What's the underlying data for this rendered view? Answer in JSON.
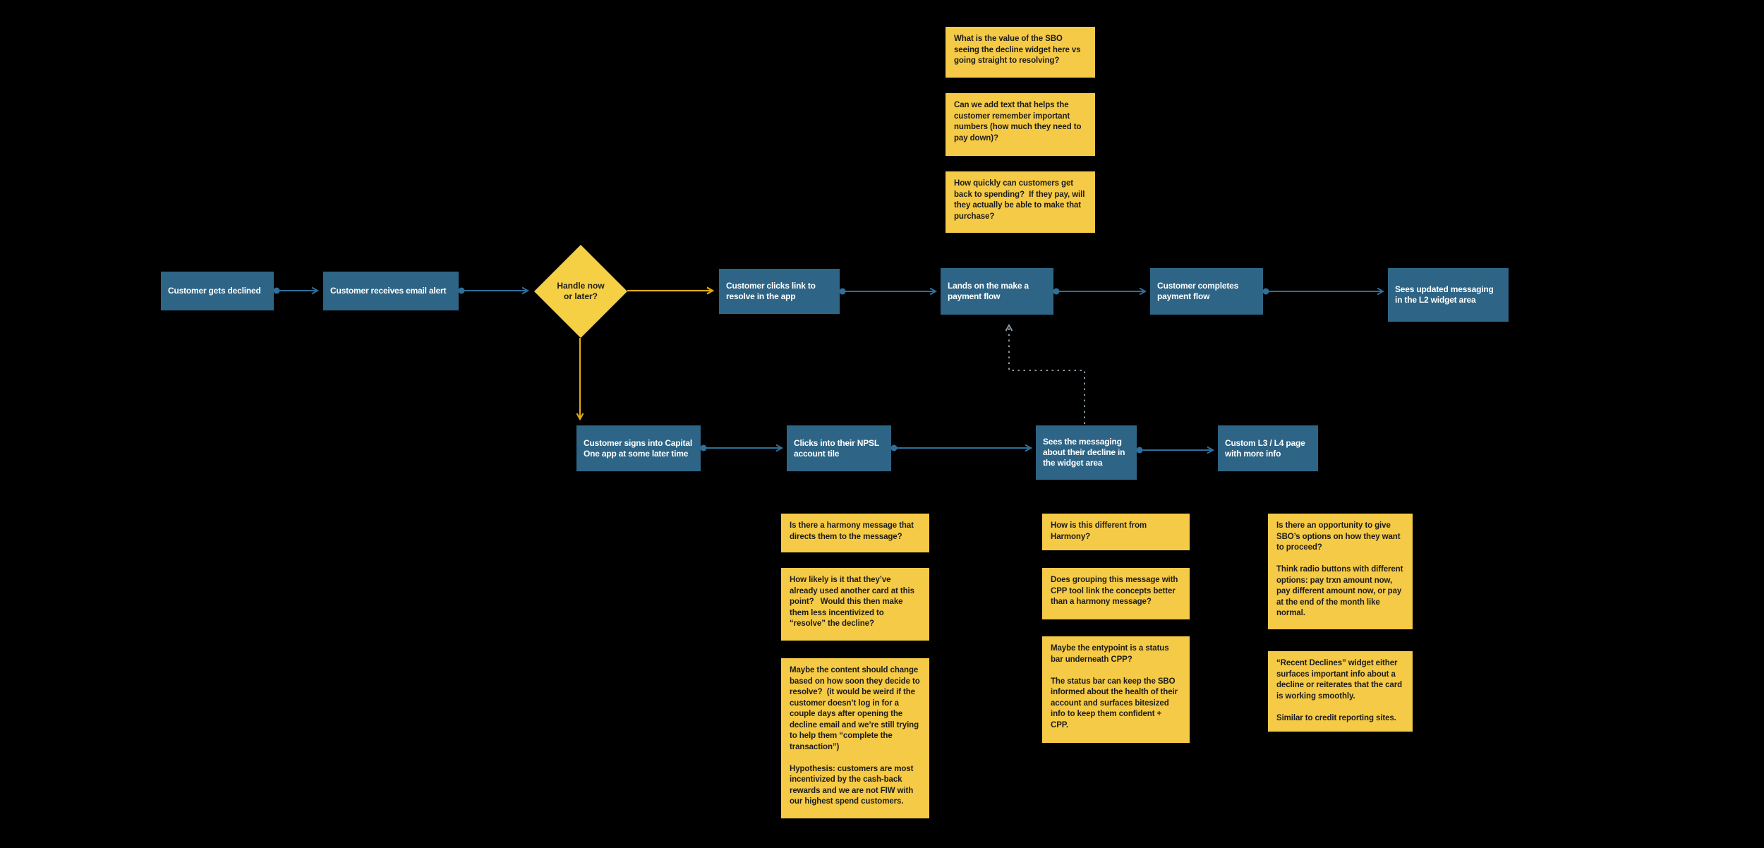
{
  "colors": {
    "background": "#000000",
    "process_box": "#2e6586",
    "process_text": "#ffffff",
    "decision_diamond": "#f5cf44",
    "sticky_note": "#f5ca46",
    "sticky_text": "#1d1d1b",
    "connector_blue": "#2f6f9a",
    "connector_decision_yellow": "#dfab15",
    "connector_dashed_gray": "#8a97a2"
  },
  "nodes": {
    "gets_declined": {
      "label": "Customer gets declined"
    },
    "email_alert": {
      "label": "Customer receives email alert"
    },
    "decision": {
      "label": "Handle now\nor later?"
    },
    "clicks_link": {
      "label": "Customer clicks link to resolve in the app"
    },
    "lands_payment": {
      "label": "Lands on the make a payment flow"
    },
    "completes_payment": {
      "label": "Customer completes payment flow"
    },
    "updated_messaging": {
      "label": "Sees updated messaging in the L2 widget area"
    },
    "signs_in_later": {
      "label": "Customer signs into Capital One app at some later time"
    },
    "npsl_tile": {
      "label": "Clicks into their NPSL account tile"
    },
    "sees_messaging": {
      "label": "Sees the messaging about their decline in the widget area"
    },
    "custom_page": {
      "label": "Custom L3 / L4 page with more info"
    }
  },
  "sticky_notes": {
    "above_payment_flow": [
      {
        "text": "What is the value of the SBO seeing the decline widget here vs going straight to resolving?"
      },
      {
        "text": "Can we add text that helps the customer remember important numbers (how much they need to pay down)?"
      },
      {
        "text": "How quickly can customers get back to spending?  If they pay, will they actually be able to make that purchase?"
      }
    ],
    "below_npsl_tile": [
      {
        "text": "Is there a harmony message that directs them to the message?"
      },
      {
        "text": "How likely is it that they’ve already used another card at this point?   Would this then make them less incentivized to “resolve” the decline?"
      },
      {
        "text": "Maybe the content should change based on how soon they decide to resolve?  (it would be weird if the customer doesn’t log in for a couple days after opening the decline email and we’re still trying to help them “complete the transaction”)\n\nHypothesis: customers are most incentivized by the cash-back rewards and we are not FIW with our highest spend customers."
      }
    ],
    "below_widget_messaging": [
      {
        "text": "How is this different from Harmony?"
      },
      {
        "text": "Does grouping this message with CPP tool link the concepts better than a harmony message?"
      },
      {
        "text": "Maybe the entypoint is a status bar underneath CPP?\n\nThe status bar can keep the SBO informed about the health of their account and surfaces bitesized info to keep them confident + CPP."
      }
    ],
    "below_custom_page": [
      {
        "text": "Is there an opportunity to give SBO’s options on how they want to proceed?\n\nThink radio buttons with different options: pay trxn amount now, pay different amount now, or pay at the end of the month like normal."
      },
      {
        "text": "“Recent Declines” widget either surfaces important info about a decline or reiterates that the card is working smoothly.\n\nSimilar to credit reporting sites."
      }
    ]
  }
}
